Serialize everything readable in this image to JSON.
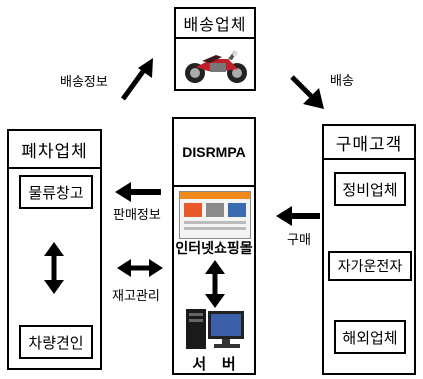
{
  "shipping_company": {
    "title": "배송업체",
    "image": "motorcycle"
  },
  "scrap_company": {
    "title": "폐차업체",
    "items": [
      "물류창고",
      "차량견인"
    ]
  },
  "platform": {
    "title": "DISRMPA",
    "mall_label": "인터넷쇼핑몰",
    "server_label": "서   버"
  },
  "customers": {
    "title": "구매고객",
    "items": [
      "정비업체",
      "자가운전자",
      "해외업체"
    ]
  },
  "flows": {
    "shipping_info": "배송정보",
    "delivery": "배송",
    "sales_info": "판매정보",
    "purchase": "구매",
    "inventory": "재고관리"
  }
}
